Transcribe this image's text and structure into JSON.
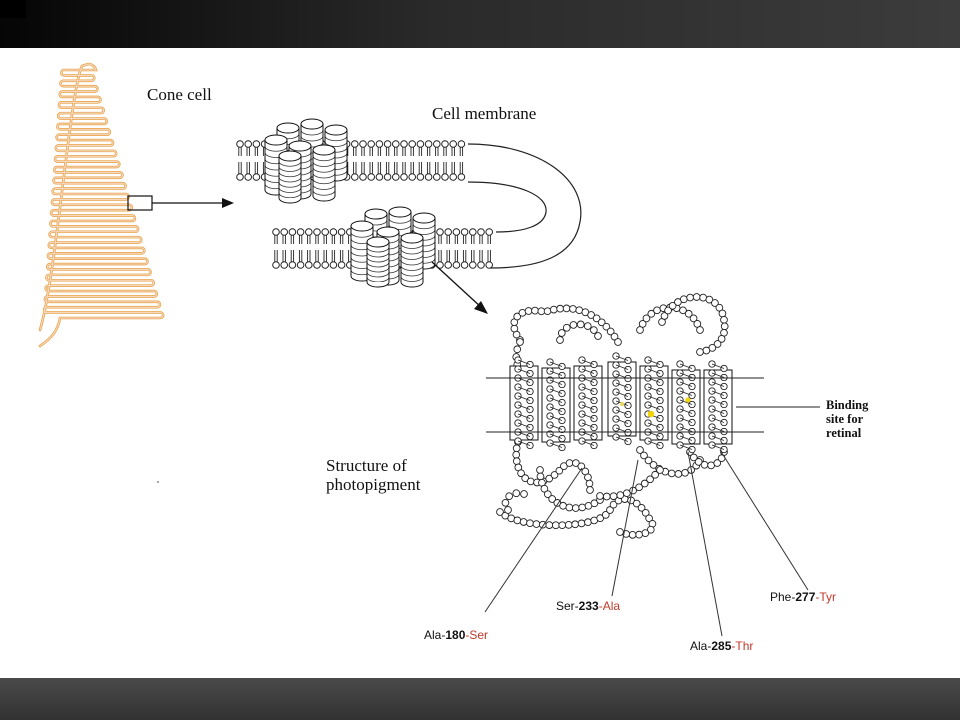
{
  "labels": {
    "cone_cell": "Cone cell",
    "cell_membrane": "Cell membrane",
    "structure": "Structure of\nphotopigment",
    "binding": "Binding\nsite for\nretinal"
  },
  "mutations": [
    {
      "from": "Ala-",
      "pos": "180",
      "to": "-Ser"
    },
    {
      "from": "Ser-",
      "pos": "233",
      "to": "-Ala"
    },
    {
      "from": "Ala-",
      "pos": "285",
      "to": "-Thr"
    },
    {
      "from": "Phe-",
      "pos": "277",
      "to": "-Tyr"
    }
  ],
  "colors": {
    "cone_outline": "#e8a040",
    "cone_fill": "#f6d7bf",
    "mutation_highlight": "#c0392b",
    "retinal_site": "#f2d400"
  }
}
